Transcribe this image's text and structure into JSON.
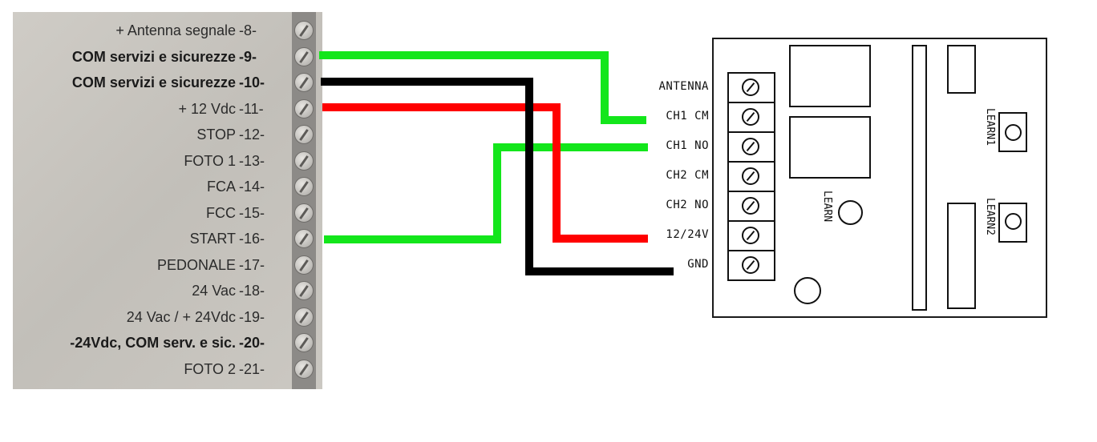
{
  "controller_terminals": [
    {
      "name": "+ Antenna segnale",
      "num": "-8-",
      "bold": false
    },
    {
      "name": "COM servizi e sicurezze",
      "num": "-9-",
      "bold": true
    },
    {
      "name": "COM servizi e sicurezze",
      "num": "-10-",
      "bold": true
    },
    {
      "name": "+ 12 Vdc",
      "num": "-11-",
      "bold": false
    },
    {
      "name": "STOP",
      "num": "-12-",
      "bold": false
    },
    {
      "name": "FOTO 1",
      "num": "-13-",
      "bold": false
    },
    {
      "name": "FCA",
      "num": "-14-",
      "bold": false
    },
    {
      "name": "FCC",
      "num": "-15-",
      "bold": false
    },
    {
      "name": "START",
      "num": "-16-",
      "bold": false
    },
    {
      "name": "PEDONALE",
      "num": "-17-",
      "bold": false
    },
    {
      "name": "24 Vac",
      "num": "-18-",
      "bold": false
    },
    {
      "name": "24 Vac / + 24Vdc",
      "num": "-19-",
      "bold": false
    },
    {
      "name": "-24Vdc, COM serv. e sic.",
      "num": "-20-",
      "bold": true
    },
    {
      "name": "FOTO 2",
      "num": "-21-",
      "bold": false
    }
  ],
  "receiver": {
    "terminals": [
      "ANTENNA",
      "CH1 CM",
      "CH1 NO",
      "CH2 CM",
      "CH2 NO",
      "12/24V",
      "GND"
    ],
    "learn_labels": {
      "center": "LEARN",
      "right_top": "LEARN1",
      "right_bottom": "LEARN2"
    }
  },
  "wires": [
    {
      "color": "#13e61b",
      "from": "-9-",
      "to": "CH1 CM"
    },
    {
      "color": "#000000",
      "from": "-10-",
      "to": "GND"
    },
    {
      "color": "#ff0000",
      "from": "-11-",
      "to": "12/24V"
    },
    {
      "color": "#13e61b",
      "from": "-16-",
      "to": "CH1 NO"
    }
  ]
}
